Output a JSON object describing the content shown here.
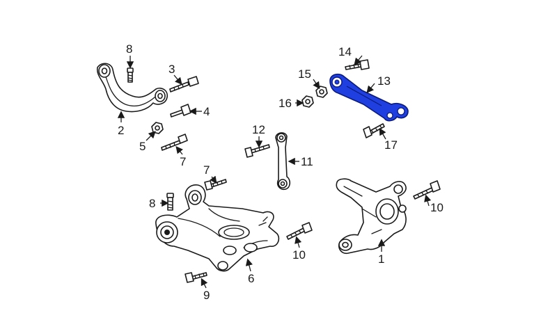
{
  "highlight_color": "#1f3fe0",
  "callouts": {
    "c1": "1",
    "c2": "2",
    "c3": "3",
    "c4": "4",
    "c5": "5",
    "c6": "6",
    "c7a": "7",
    "c7b": "7",
    "c8a": "8",
    "c8b": "8",
    "c9": "9",
    "c10a": "10",
    "c10b": "10",
    "c11": "11",
    "c12": "12",
    "c13": "13",
    "c14": "14",
    "c15": "15",
    "c16": "16",
    "c17": "17"
  }
}
